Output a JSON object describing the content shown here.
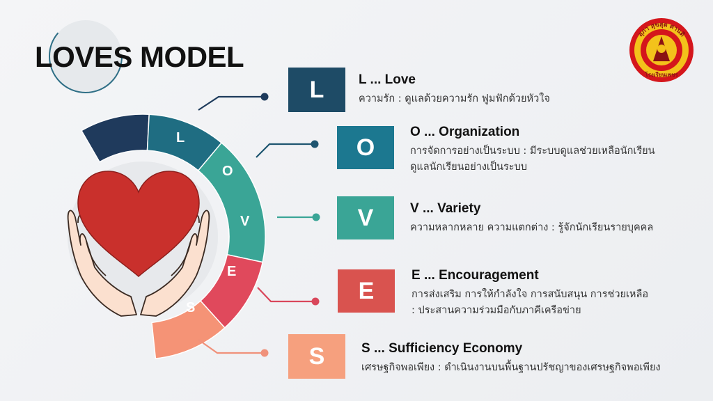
{
  "title": "LOVES MODEL",
  "colors": {
    "L": "#1f3a5c",
    "O": "#1f6d82",
    "V": "#3aa596",
    "E": "#e0495c",
    "S": "#f59376",
    "box_L": "#1e4b66",
    "box_O": "#1c7890",
    "box_V": "#3aa596",
    "box_E": "#d9534f",
    "box_S": "#f6a07e"
  },
  "logo": {
    "text_top": "สุภา สุขสุด ศานติ",
    "text_bottom": "โรงเรียนเพชร"
  },
  "items": [
    {
      "letter": "L",
      "title": "L ... Love",
      "desc_lines": [
        "ความรัก : ดูแลด้วยความรัก ฟูมฟักด้วยหัวใจ"
      ]
    },
    {
      "letter": "O",
      "title": "O ... Organization",
      "desc_lines": [
        "การจัดการอย่างเป็นระบบ : มีระบบดูแลช่วยเหลือนักเรียน",
        "ดูแลนักเรียนอย่างเป็นระบบ"
      ]
    },
    {
      "letter": "V",
      "title": "V ... Variety",
      "desc_lines": [
        "ความหลากหลาย ความแตกต่าง : รู้จักนักเรียนรายบุคคล"
      ]
    },
    {
      "letter": "E",
      "title": "E ... Encouragement",
      "desc_lines": [
        "การส่งเสริม การให้กำลังใจ การสนับสนุน การช่วยเหลือ",
        ": ประสานความร่วมมือกับภาคีเครือข่าย"
      ]
    },
    {
      "letter": "S",
      "title": "S ... Sufficiency Economy",
      "desc_lines": [
        "เศรษฐกิจพอเพียง : ดำเนินงานบนพื้นฐานปรัชญาของเศรษฐกิจพอเพียง"
      ]
    }
  ]
}
